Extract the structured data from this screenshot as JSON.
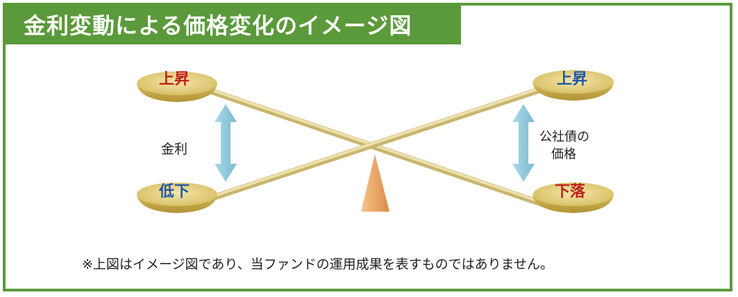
{
  "title": "金利変動による価格変化のイメージ図",
  "left": {
    "top_label": "上昇",
    "bottom_label": "低下",
    "axis_label": "金利"
  },
  "right": {
    "top_label": "上昇",
    "bottom_label": "下落",
    "axis_label_line1": "公社債の",
    "axis_label_line2": "価格"
  },
  "note": "※上図はイメージ図であり、当ファンドの運用成果を表すものではありません。",
  "colors": {
    "frame_green": "#5a9a3a",
    "rise_red": "#c0201a",
    "rise_blue": "#1f57a5",
    "arrow": "#8ec8dc",
    "plate": "#e2cf82",
    "bar": "#e4d49c",
    "fulcrum": "#e8b07a"
  },
  "icons": [
    "up-down-arrow-icon",
    "plate-icon",
    "fulcrum-icon"
  ]
}
